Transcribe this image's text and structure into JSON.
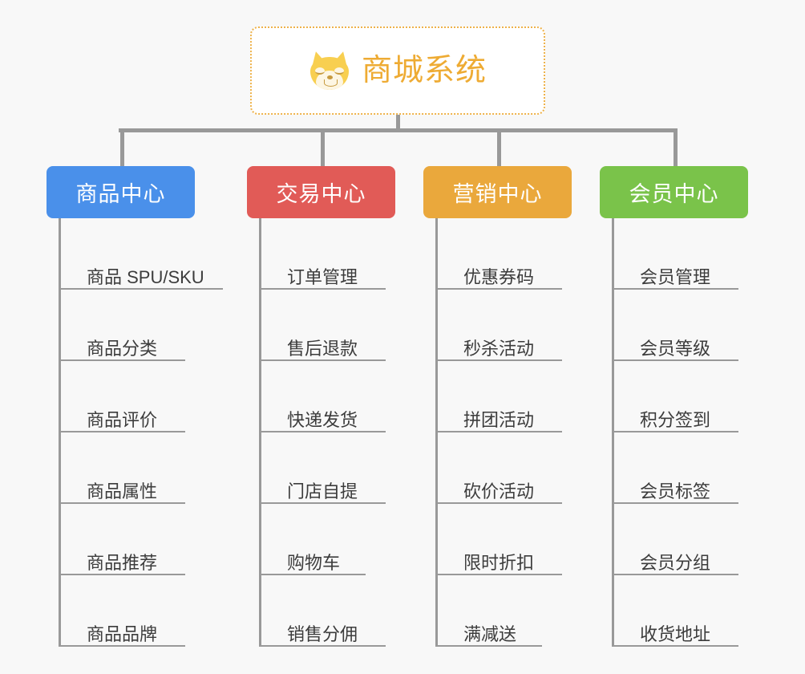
{
  "page": {
    "background": "#f8f8f8",
    "connector_color": "#999999",
    "leaf_text_color": "#3c3c3c"
  },
  "root": {
    "icon": "shiba-dog-icon",
    "title": "商城系统",
    "text_color": "#eeab33",
    "border_color": "#eeb24a",
    "background": "#ffffff"
  },
  "categories": [
    {
      "label": "商品中心",
      "color": "#4a90ea",
      "items": [
        {
          "label": "商品 SPU/SKU",
          "rule_width": 205
        },
        {
          "label": "商品分类",
          "rule_width": 155
        },
        {
          "label": "商品评价",
          "rule_width": 155
        },
        {
          "label": "商品属性",
          "rule_width": 155
        },
        {
          "label": "商品推荐",
          "rule_width": 155
        },
        {
          "label": "商品品牌",
          "rule_width": 155
        }
      ]
    },
    {
      "label": "交易中心",
      "color": "#e15b57",
      "items": [
        {
          "label": "订单管理",
          "rule_width": 155
        },
        {
          "label": "售后退款",
          "rule_width": 155
        },
        {
          "label": "快递发货",
          "rule_width": 155
        },
        {
          "label": "门店自提",
          "rule_width": 155
        },
        {
          "label": "购物车",
          "rule_width": 130
        },
        {
          "label": "销售分佣",
          "rule_width": 155
        }
      ]
    },
    {
      "label": "营销中心",
      "color": "#eaa83c",
      "items": [
        {
          "label": "优惠券码",
          "rule_width": 155
        },
        {
          "label": "秒杀活动",
          "rule_width": 155
        },
        {
          "label": "拼团活动",
          "rule_width": 155
        },
        {
          "label": "砍价活动",
          "rule_width": 155
        },
        {
          "label": "限时折扣",
          "rule_width": 155
        },
        {
          "label": "满减送",
          "rule_width": 130
        }
      ]
    },
    {
      "label": "会员中心",
      "color": "#79c council"
    }
  ]
}
